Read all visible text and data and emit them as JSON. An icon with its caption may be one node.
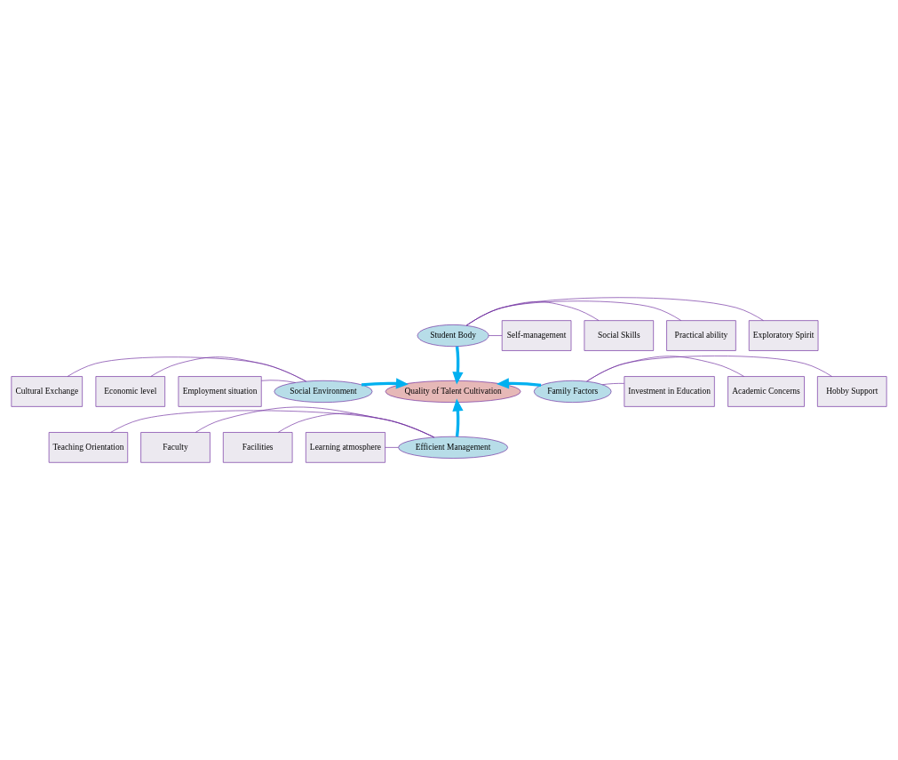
{
  "diagram": {
    "nodes": [
      {
        "text": [
          "Quality of Talent Cultivation"
        ]
      },
      {
        "text": [
          "Student Body"
        ]
      },
      {
        "text": [
          "Social Environment"
        ]
      },
      {
        "text": [
          "Family Factors"
        ]
      },
      {
        "text": [
          "Efficient Management"
        ]
      },
      {
        "text": [
          "Self-management"
        ]
      },
      {
        "text": [
          "Social Skills"
        ]
      },
      {
        "text": [
          "Practical ability"
        ]
      },
      {
        "text": [
          "Exploratory Spirit"
        ]
      },
      {
        "text": [
          "Cultural Exchange"
        ]
      },
      {
        "text": [
          "Economic level"
        ]
      },
      {
        "text": [
          "Employment situation"
        ]
      },
      {
        "text": [
          "Investment in Education"
        ]
      },
      {
        "text": [
          "Academic Concerns"
        ]
      },
      {
        "text": [
          "Hobby Support"
        ]
      },
      {
        "text": [
          "Teaching Orientation"
        ]
      },
      {
        "text": [
          "Faculty"
        ]
      },
      {
        "text": [
          "Facilities"
        ]
      },
      {
        "text": [
          "Learning atmosphere"
        ]
      }
    ],
    "edges": [
      {
        "from": 1,
        "to": 0,
        "arrow": "to",
        "style": "thick",
        "color": "#00b0f0"
      },
      {
        "from": 2,
        "to": 0,
        "arrow": "to",
        "style": "thick",
        "color": "#00b0f0"
      },
      {
        "from": 3,
        "to": 0,
        "arrow": "to",
        "style": "thick",
        "color": "#00b0f0"
      },
      {
        "from": 4,
        "to": 0,
        "arrow": "to",
        "style": "thick",
        "color": "#00b0f0"
      },
      {
        "from": 1,
        "to": 5,
        "arrow": "none"
      },
      {
        "from": 1,
        "to": 6,
        "arrow": "none"
      },
      {
        "from": 1,
        "to": 7,
        "arrow": "none"
      },
      {
        "from": 1,
        "to": 8,
        "arrow": "none"
      },
      {
        "from": 2,
        "to": 9,
        "arrow": "none"
      },
      {
        "from": 2,
        "to": 10,
        "arrow": "none"
      },
      {
        "from": 2,
        "to": 11,
        "arrow": "none"
      },
      {
        "from": 3,
        "to": 12,
        "arrow": "none"
      },
      {
        "from": 3,
        "to": 13,
        "arrow": "none"
      },
      {
        "from": 3,
        "to": 14,
        "arrow": "none"
      },
      {
        "from": 4,
        "to": 15,
        "arrow": "none"
      },
      {
        "from": 4,
        "to": 16,
        "arrow": "none"
      },
      {
        "from": 4,
        "to": 17,
        "arrow": "none"
      },
      {
        "from": 4,
        "to": 18,
        "arrow": "none"
      }
    ]
  }
}
